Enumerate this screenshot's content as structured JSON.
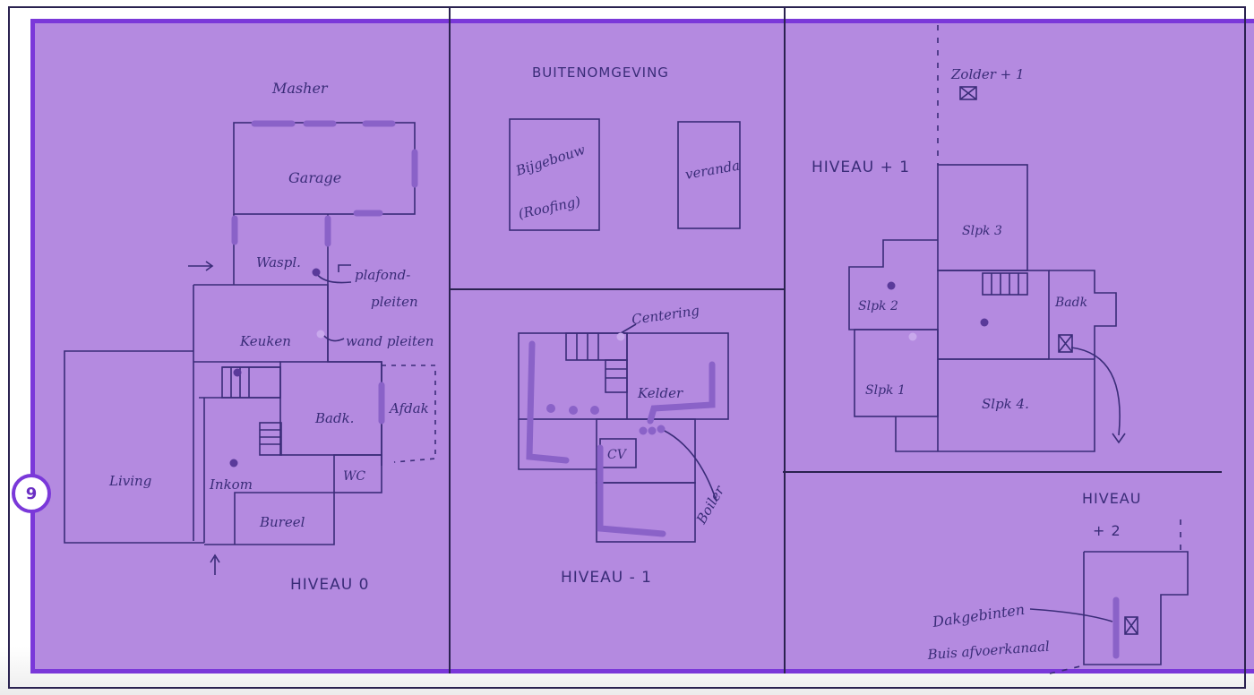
{
  "badge": {
    "number": "9"
  },
  "colors": {
    "overlay": "#b48ae0",
    "overlay_border": "#7a38d9",
    "ink": "#3a2c78",
    "marker": "#8a62c8"
  },
  "niveau_0": {
    "title": "HIVEAU 0",
    "rooms": {
      "mesher": "Masher",
      "garage": "Garage",
      "wasplaats": "Waspl.",
      "plafond_1": "plafond-",
      "plafond_2": "pleiten",
      "keuken": "Keuken",
      "wandtegels": "wand pleiten",
      "living": "Living",
      "inkom": "Inkom",
      "bureel": "Bureel",
      "badk": "Badk.",
      "wc": "WC",
      "afdak": "Afdak"
    }
  },
  "buitenomgeving": {
    "title": "BUITENOMGEVING",
    "rooms": {
      "bijgebouw_1": "Bijgebouw",
      "bijgebouw_2": "(Roofing)",
      "veranda": "veranda"
    }
  },
  "niveau_min_1": {
    "title": "HIVEAU - 1",
    "rooms": {
      "centering": "Centering",
      "kelder": "Kelder",
      "cv": "CV",
      "boiler": "Boiler"
    }
  },
  "niveau_1": {
    "title": "HIVEAU + 1",
    "rooms": {
      "zolder": "Zolder + 1",
      "slpk3": "Slpk 3",
      "slpk2": "Slpk 2",
      "badk": "Badk",
      "slpk1": "Slpk 1",
      "slpk4": "Slpk 4."
    }
  },
  "niveau_2": {
    "title_1": "HIVEAU",
    "title_2": "+ 2",
    "note_1": "Dakgebinten",
    "note_2": "Buis afvoerkanaal"
  }
}
